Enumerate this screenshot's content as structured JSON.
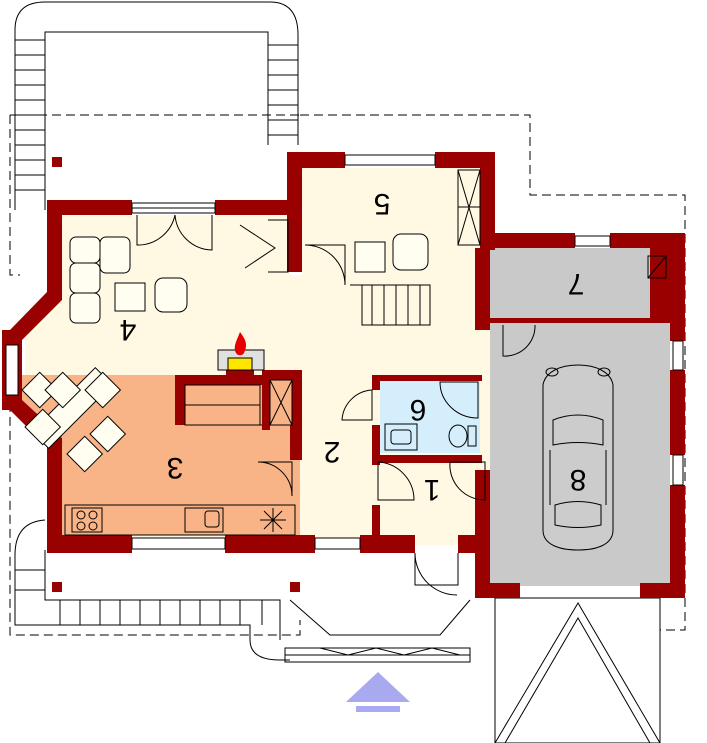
{
  "colors": {
    "wall": "#990000",
    "living_floor": "#fff9e3",
    "kitchen_floor": "#f8b487",
    "bathroom_floor": "#d5eefc",
    "garage_floor": "#c9c9c9",
    "fireplace_flame": "#e60000",
    "fireplace_glow": "#ffe600",
    "entrance_arrow": "#a9a9ef"
  },
  "rooms": [
    {
      "id": "1",
      "label": "1"
    },
    {
      "id": "2",
      "label": "2"
    },
    {
      "id": "3",
      "label": "3"
    },
    {
      "id": "4",
      "label": "4"
    },
    {
      "id": "5",
      "label": "5"
    },
    {
      "id": "6",
      "label": "6"
    },
    {
      "id": "7",
      "label": "7"
    },
    {
      "id": "8",
      "label": "8"
    }
  ],
  "icons": {
    "entrance": "entrance-arrow-icon",
    "fireplace": "fireplace-icon",
    "car": "car-icon",
    "stove": "stove-icon",
    "sink": "sink-icon",
    "washbasin": "washbasin-icon",
    "toilet": "toilet-icon",
    "shower": "shower-icon"
  }
}
